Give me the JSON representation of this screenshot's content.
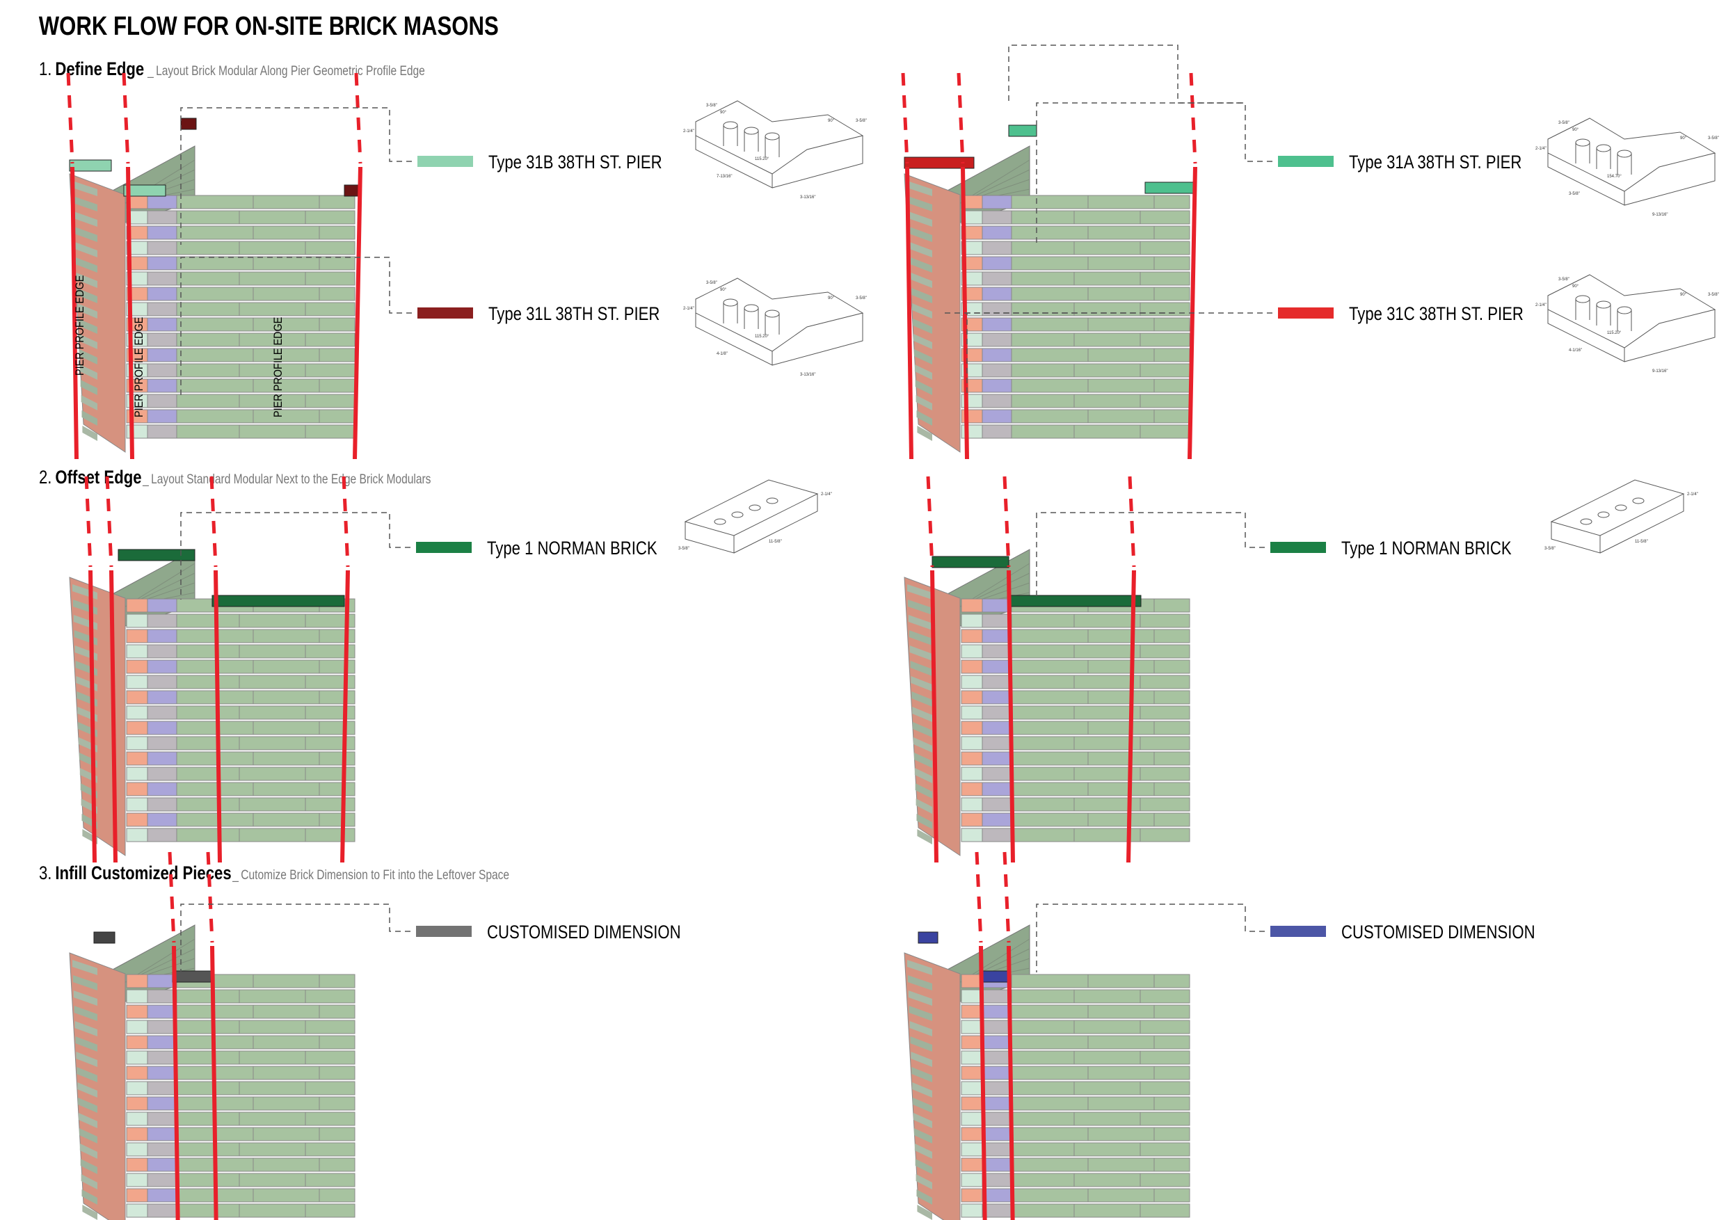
{
  "title": "WORK FLOW FOR ON-SITE BRICK MASONS",
  "steps": [
    {
      "number": "1.",
      "name": "Define Edge",
      "separator": "_",
      "description": "Layout Brick Modular Along Pier Geometric Profile Edge"
    },
    {
      "number": "2.",
      "name": "Offset Edge",
      "separator": "_",
      "description": "Layout Standard Modular Next to the Edge Brick Modulars"
    },
    {
      "number": "3.",
      "name": "Infill Customized Pieces",
      "separator": "_",
      "description": "Cutomize Brick Dimension to Fit into the Leftover Space"
    }
  ],
  "edge_label": "PIER PROFILE EDGE",
  "legends": [
    {
      "label": "Type 31B 38TH ST. PIER",
      "color": "#8fd3b0",
      "dims": [
        "3-5/8\"",
        "2-1/4\"",
        "90°",
        "90°",
        "115.20°",
        "7-13/16\"",
        "3-13/16\"",
        "3-5/8\""
      ]
    },
    {
      "label": "Type 31L 38TH ST. PIER",
      "color": "#8b1f1f",
      "dims": [
        "3-5/8\"",
        "2-1/4\"",
        "90°",
        "90°",
        "115.20°",
        "4-1/8\"",
        "3-13/16\"",
        "3-5/8\""
      ]
    },
    {
      "label": "Type 31A 38TH ST. PIER",
      "color": "#4ec08e",
      "dims": [
        "3-5/8\"",
        "2-1/4\"",
        "90°",
        "90°",
        "154.70°",
        "3-5/8\"",
        "9-13/16\"",
        "3-5/8\""
      ]
    },
    {
      "label": "Type 31C 38TH ST. PIER",
      "color": "#e52b2b",
      "dims": [
        "3-5/8\"",
        "2-1/4\"",
        "90°",
        "90°",
        "115.20°",
        "4-1/16\"",
        "9-13/16\"",
        "3-5/8\""
      ]
    },
    {
      "label": "Type 1 NORMAN BRICK",
      "color": "#1b8045",
      "dims": [
        "2-1/4\"",
        "3-5/8\"",
        "11-5/8\""
      ]
    },
    {
      "label": "Type 1 NORMAN BRICK",
      "color": "#1b8045",
      "dims": [
        "2-1/4\"",
        "3-5/8\"",
        "11-5/8\""
      ]
    },
    {
      "label": "CUSTOMISED DIMENSION",
      "color": "#737373",
      "dims": []
    },
    {
      "label": "CUSTOMISED DIMENSION",
      "color": "#4c56a6",
      "dims": []
    }
  ],
  "colors": {
    "edge_red": "#e8202a",
    "brick_green": "#a7c3a0",
    "brick_mint": "#d2e9da",
    "brick_lavender": "#aaa5d9",
    "brick_grey": "#bdb8bd",
    "brick_salmon": "#f2a68b",
    "side_salmon": "#d6927f",
    "side_green": "#9fb29c"
  }
}
